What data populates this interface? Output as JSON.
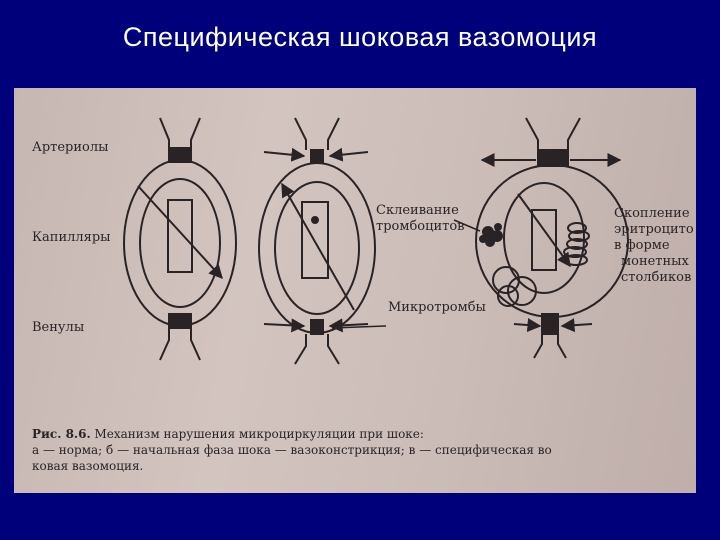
{
  "slide": {
    "title": "Специфическая шоковая вазомоция"
  },
  "figure": {
    "labels": {
      "arterioles": "Артериолы",
      "capillaries": "Капилляры",
      "venules": "Венулы",
      "platelet_adhesion_line1": "Склеивание",
      "platelet_adhesion_line2": "тромбоцитов",
      "microthrombi": "Микротромбы",
      "rbc_line1": "Скопление",
      "rbc_line2": "эритроцито",
      "rbc_line3": "в форме",
      "rbc_line4": "монетных",
      "rbc_line5": "столбиков"
    },
    "caption": {
      "figure_number": "Рис. 8.6.",
      "line1": "Механизм нарушения микроциркуляции при шоке:",
      "line2": "а — норма; б — начальная фаза шока — вазоконстрикция; в — специфическая во",
      "line3": "ковая вазомоция."
    }
  }
}
